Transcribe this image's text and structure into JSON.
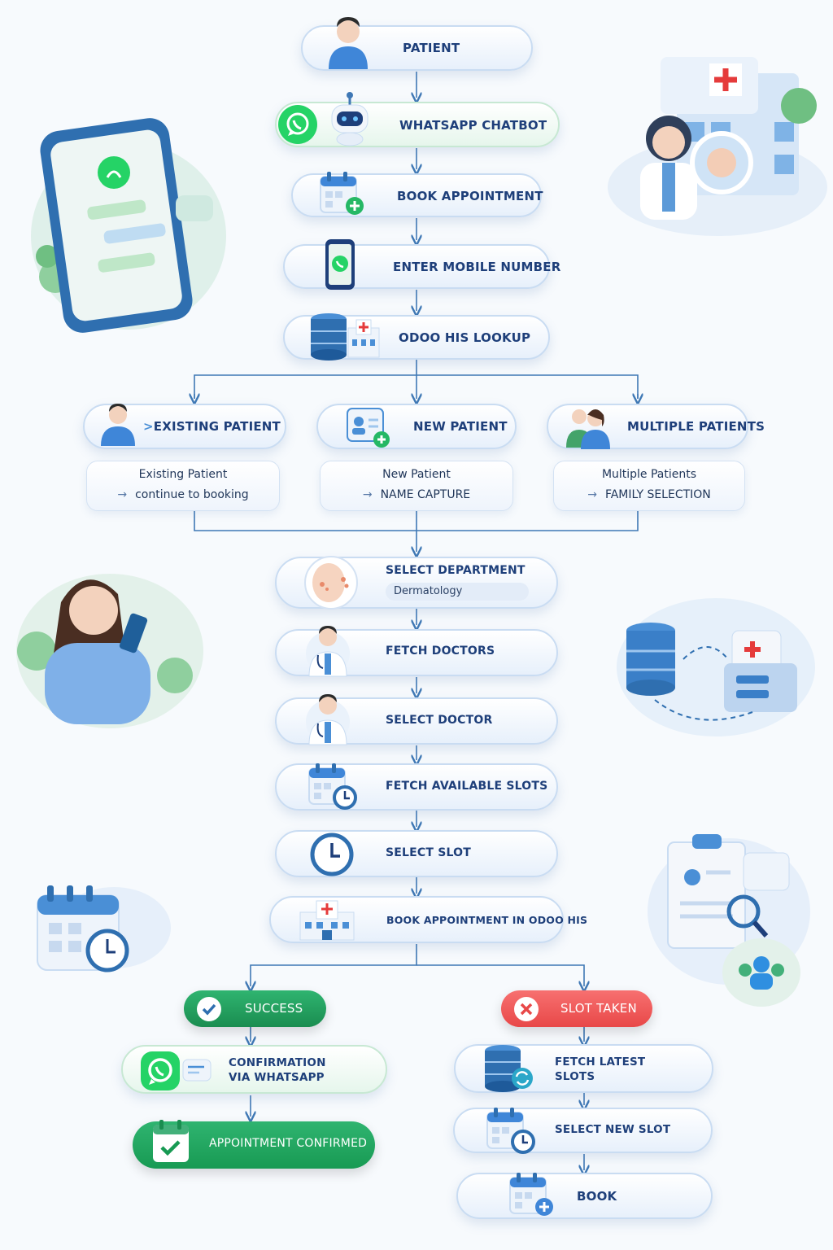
{
  "flow": {
    "patient": "PATIENT",
    "chatbot": "WHATSAPP CHATBOT",
    "book_appointment": "BOOK APPOINTMENT",
    "enter_mobile": "ENTER MOBILE NUMBER",
    "his_lookup": "ODOO HIS LOOKUP",
    "existing_patient": "EXISTING PATIENT",
    "new_patient": "NEW PATIENT",
    "multiple_patients": "MULTIPLE PATIENTS",
    "existing_card": {
      "title": "Existing Patient",
      "action": "continue to booking"
    },
    "new_card": {
      "title": "New Patient",
      "action": "NAME CAPTURE"
    },
    "multiple_card": {
      "title": "Multiple Patients",
      "action": "FAMILY SELECTION"
    },
    "select_department": "SELECT DEPARTMENT",
    "department_value": "Dermatology",
    "fetch_doctors": "FETCH DOCTORS",
    "select_doctor": "SELECT DOCTOR",
    "fetch_slots": "FETCH AVAILABLE SLOTS",
    "select_slot": "SELECT SLOT",
    "book_in_his": "BOOK APPOINTMENT IN ODOO HIS",
    "success": "SUCCESS",
    "slot_taken": "SLOT TAKEN",
    "confirmation": "CONFIRMATION",
    "via_whatsapp": "VIA WHATSAPP",
    "appointment_confirmed": "APPOINTMENT CONFIRMED",
    "fetch_latest": "FETCH LATEST",
    "slots": "SLOTS",
    "select_new_slot": "SELECT NEW SLOT",
    "book": "BOOK"
  },
  "colors": {
    "primary_text": "#1e3f7a",
    "connector": "#3f78b5",
    "success": "#1f9d5a",
    "error": "#ef5a5a",
    "whatsapp": "#25d366"
  },
  "icons": [
    "user-icon",
    "whatsapp-icon",
    "robot-icon",
    "calendar-plus-icon",
    "phone-icon",
    "database-icon",
    "hospital-icon",
    "user-card-icon",
    "family-icon",
    "face-icon",
    "doctor-icon",
    "calendar-clock-icon",
    "clock-icon",
    "check-icon",
    "close-icon",
    "refresh-icon"
  ]
}
